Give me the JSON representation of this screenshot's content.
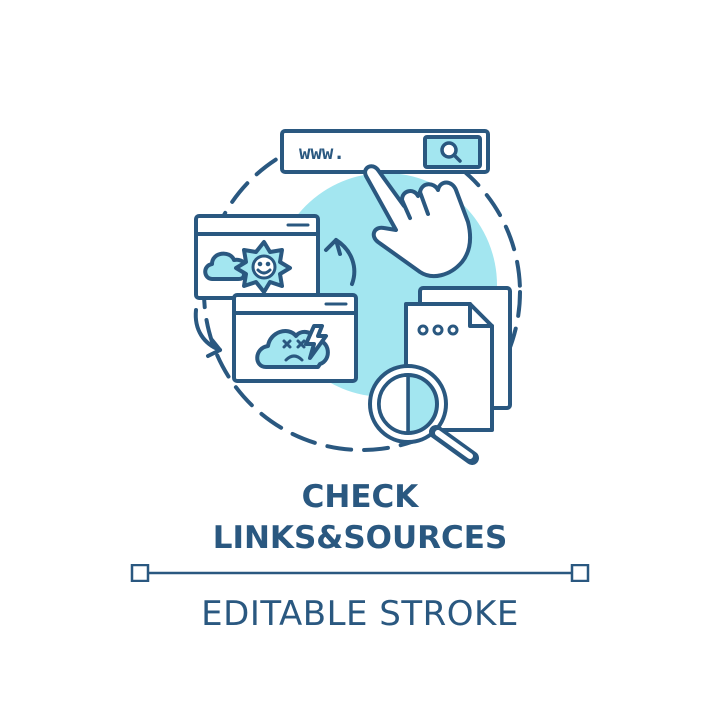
{
  "browser": {
    "url_text": "www."
  },
  "title": {
    "line1": "CHECK",
    "line2": "LINKS&SOURCES"
  },
  "footer": {
    "label": "EDITABLE STROKE"
  },
  "colors": {
    "stroke": "#2a5880",
    "accent": "#a3e6f0",
    "background": "#ffffff"
  }
}
